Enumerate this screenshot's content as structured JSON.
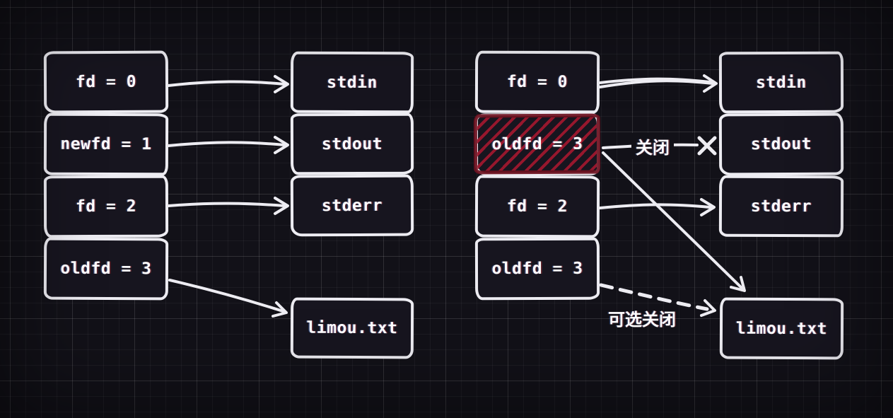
{
  "colors": {
    "bg": "#121118",
    "ink": "#edecf2",
    "cell": "#17151f",
    "red-border": "#6e1120",
    "red-hatch": "#a2182f"
  },
  "left_diagram": {
    "fd_table": [
      "fd = 0",
      "newfd = 1",
      "fd = 2",
      "oldfd = 3"
    ],
    "targets": [
      "stdin",
      "stdout",
      "stderr"
    ],
    "file": "limou.txt"
  },
  "right_diagram": {
    "fd_table": [
      "fd = 0",
      "oldfd = 3",
      "fd = 2",
      "oldfd = 3"
    ],
    "targets": [
      "stdin",
      "stdout",
      "stderr"
    ],
    "file": "limou.txt",
    "close_label": "关闭",
    "optional_close_label": "可选关闭"
  }
}
